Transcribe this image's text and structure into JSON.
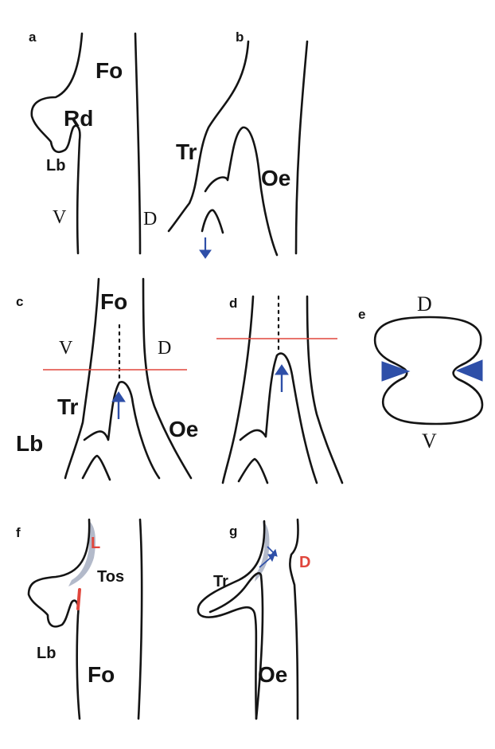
{
  "panels": {
    "a": {
      "letter": "a",
      "labels": {
        "fo": "Fo",
        "rd": "Rd",
        "lb": "Lb",
        "v": "V",
        "d": "D"
      }
    },
    "b": {
      "letter": "b",
      "labels": {
        "tr": "Tr",
        "oe": "Oe"
      }
    },
    "c": {
      "letter": "c",
      "labels": {
        "fo": "Fo",
        "v": "V",
        "d": "D",
        "tr": "Tr",
        "lb": "Lb",
        "oe": "Oe"
      }
    },
    "d": {
      "letter": "d"
    },
    "e": {
      "letter": "e",
      "labels": {
        "d": "D",
        "v": "V"
      }
    },
    "f": {
      "letter": "f",
      "labels": {
        "l": "L",
        "tos": "Tos",
        "i": "I",
        "lb": "Lb",
        "fo": "Fo"
      }
    },
    "g": {
      "letter": "g",
      "labels": {
        "tr": "Tr",
        "d": "D",
        "oe": "Oe"
      }
    }
  },
  "colors": {
    "outline": "#141414",
    "arrow": "#2e4fa8",
    "marker_red": "#e0463c",
    "shading": "#9aa3b8"
  }
}
